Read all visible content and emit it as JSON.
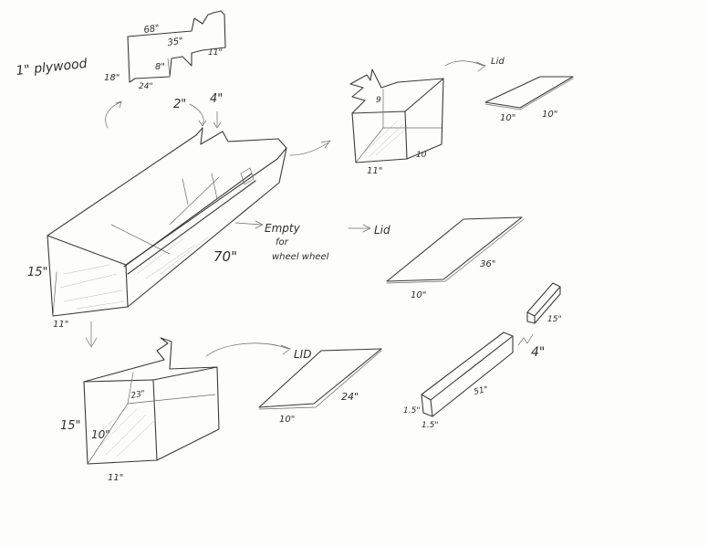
{
  "material": {
    "label": "1\" plywood"
  },
  "cut_sheet": {
    "labels": {
      "top": "68\"",
      "middle": "35\"",
      "right": "11\"",
      "left": "18\"",
      "inner": "8\"",
      "bottom": "24\""
    }
  },
  "main_box": {
    "labels": {
      "divider_a": "2\"",
      "divider_b": "4\"",
      "length": "70\"",
      "height": "15\"",
      "depth": "11\""
    },
    "note": {
      "line1": "Empty",
      "line2": "for",
      "line3": "wheel wheel"
    },
    "note_target": "Lid"
  },
  "small_box_right": {
    "labels": {
      "height": "9",
      "depth": "11\"",
      "width": "10"
    },
    "lid": {
      "title": "Lid",
      "width": "10\"",
      "depth": "10\""
    }
  },
  "long_lid": {
    "width": "10\"",
    "length": "36\""
  },
  "lower_box": {
    "labels": {
      "height": "15\"",
      "inner_height": "10\"",
      "length": "23\"",
      "depth": "11\""
    },
    "lid": {
      "title": "LID",
      "width": "10\"",
      "length": "24\""
    }
  },
  "beam": {
    "labels": {
      "length": "51\"",
      "end_a": "1.5\"",
      "end_b": "1.5\"",
      "short_piece": "15\"",
      "gap": "4\""
    }
  }
}
